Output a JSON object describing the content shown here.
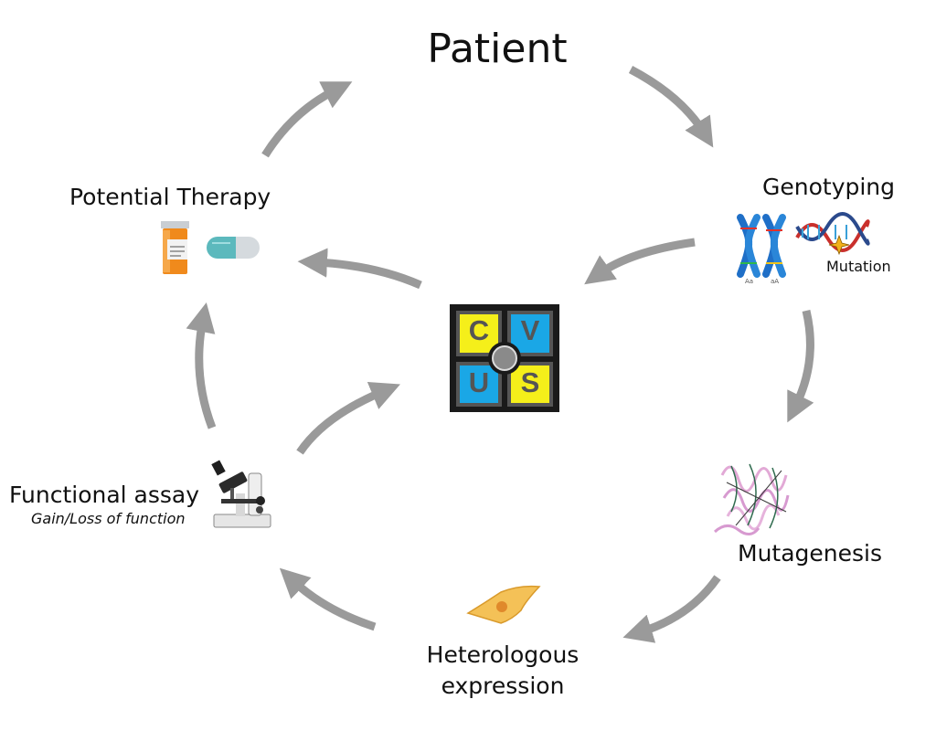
{
  "diagram": {
    "title": "Patient",
    "nodes": {
      "genotyping": "Genotyping",
      "mutation_tag": "Mutation",
      "mutagenesis": "Mutagenesis",
      "heterologous": [
        "Heterologous",
        "expression"
      ],
      "functional_assay": "Functional assay",
      "functional_assay_sub": "Gain/Loss of function",
      "potential_therapy": "Potential Therapy"
    },
    "chromosome_labels": [
      "Aa",
      "aA"
    ],
    "logo": {
      "letters": [
        "C",
        "V",
        "U",
        "S"
      ],
      "colors": {
        "yellow": "#f5ef1a",
        "blue": "#1aa7e6",
        "frame": "#1a1a1a",
        "center": "#8a8a8a"
      }
    },
    "arrow_color": "#9a9a9a",
    "flow": [
      "Patient",
      "Genotyping",
      "Mutagenesis",
      "Heterologous expression",
      "Functional assay",
      "Potential Therapy",
      "Patient"
    ],
    "center_links": [
      "Genotyping",
      "Functional assay",
      "Potential Therapy"
    ]
  }
}
